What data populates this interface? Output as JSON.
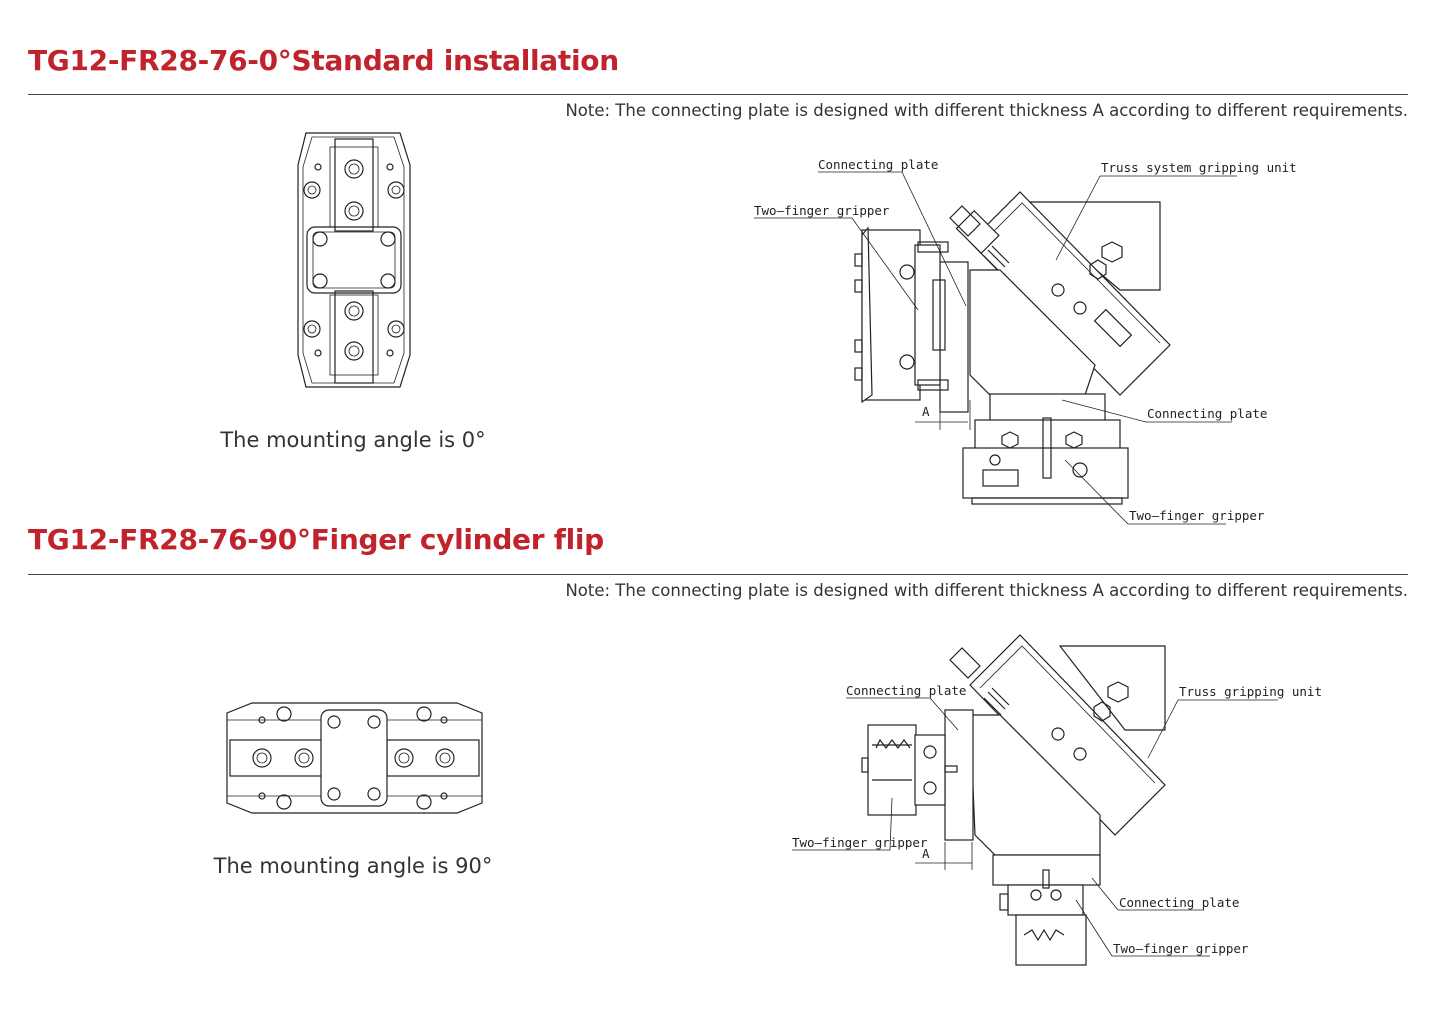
{
  "section1": {
    "title": "TG12-FR28-76-0°Standard installation",
    "note": "Note: The connecting plate is designed with different thickness A according to different requirements.",
    "caption": "The mounting angle is 0°",
    "labels": {
      "connecting_plate_top": "Connecting plate",
      "truss_unit": "Truss system gripping unit",
      "two_finger_left": "Two–finger gripper",
      "connecting_plate_right": "Connecting plate",
      "two_finger_bottom": "Two–finger gripper",
      "dimension_a": "A"
    }
  },
  "section2": {
    "title": "TG12-FR28-76-90°Finger cylinder flip",
    "note": "Note: The connecting plate is designed with different thickness A according to different requirements.",
    "caption": "The mounting angle is 90°",
    "labels": {
      "connecting_plate_top": "Connecting plate",
      "truss_unit": "Truss gripping unit",
      "two_finger_left": "Two–finger gripper",
      "connecting_plate_right": "Connecting plate",
      "two_finger_bottom": "Two–finger gripper",
      "dimension_a": "A"
    }
  },
  "colors": {
    "title": "#c0232c",
    "line": "#222222"
  }
}
